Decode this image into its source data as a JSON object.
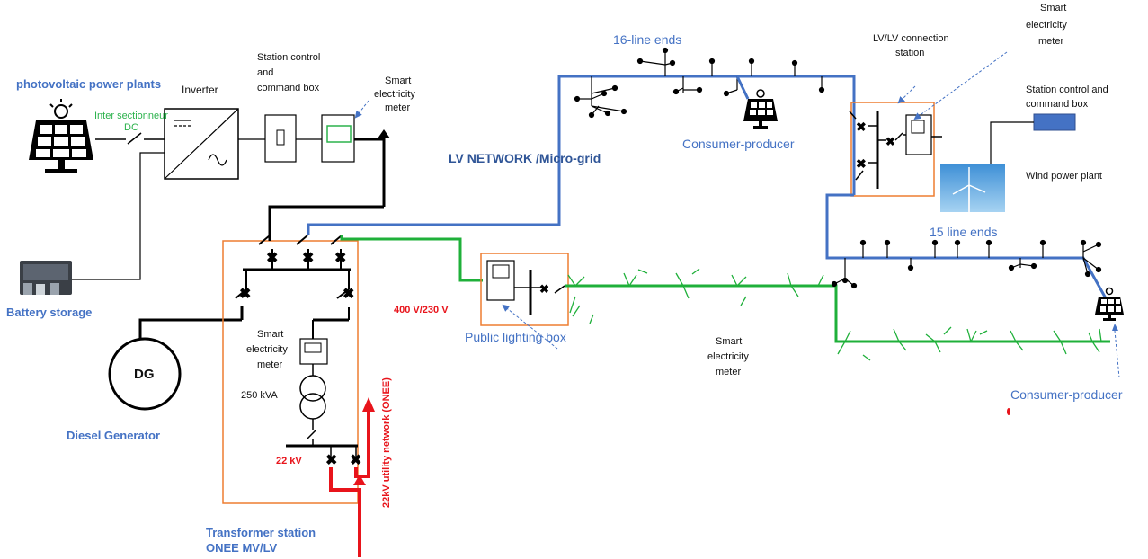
{
  "labels": {
    "pv_plants": "photovoltaic power plants",
    "inverter": "Inverter",
    "inter_sectionneur": "Inter sectionneur",
    "dc": "DC",
    "station_control_1": "Station control",
    "station_control_2": "and",
    "station_control_3": "command box",
    "smart_meter_top_1": "Smart",
    "smart_meter_top_2": "electricity",
    "smart_meter_top_3": "meter",
    "battery_storage": "Battery storage",
    "dg": "DG",
    "diesel_generator": "Diesel Generator",
    "smart_meter_trans_1": "Smart",
    "smart_meter_trans_2": "electricity",
    "smart_meter_trans_3": "meter",
    "kva": "250 kVA",
    "kv22": "22 kV",
    "utility_network": "22kV utility network (ONEE)",
    "transformer_station_1": "Transformer station",
    "transformer_station_2": "ONEE MV/LV",
    "voltage_400": "400 V/230 V",
    "lv_network": "LV NETWORK /Micro-grid",
    "line_ends_16": "16-line ends",
    "consumer_producer_top": "Consumer-producer",
    "public_lighting": "Public lighting box",
    "smart_meter_mid_1": "Smart",
    "smart_meter_mid_2": "electricity",
    "smart_meter_mid_3": "meter",
    "lvlv_1": "LV/LV connection",
    "lvlv_2": "station",
    "smart_meter_right_1": "Smart",
    "smart_meter_right_2": "electricity",
    "smart_meter_right_3": "meter",
    "station_control_right_1": "Station control and",
    "station_control_right_2": "command box",
    "wind_power_plant": "Wind power plant",
    "line_ends_15": "15 line ends",
    "consumer_producer_bottom": "Consumer-producer"
  },
  "colors": {
    "blue_line": "#4472C4",
    "green_line": "#1fb03a",
    "red_line": "#e8141b",
    "orange_box": "#ED7D31",
    "label_blue": "#4472C4"
  }
}
